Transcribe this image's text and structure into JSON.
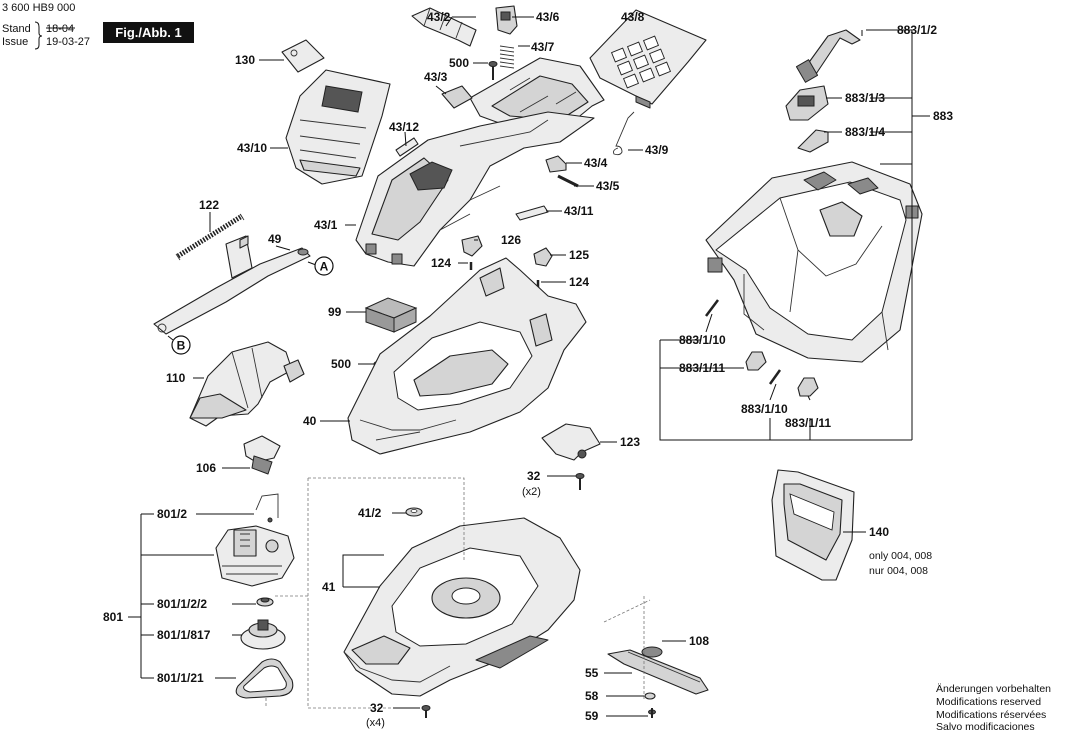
{
  "header": {
    "doc_number": "3 600 HB9 000",
    "stand_label": "Stand",
    "stand_value": "18-04",
    "issue_label": "Issue",
    "issue_value": "19-03-27",
    "figure_badge": "Fig./Abb. 1"
  },
  "labels": {
    "p43_2": "43/2",
    "p43_6": "43/6",
    "p43_8": "43/8",
    "p43_7": "43/7",
    "p130": "130",
    "p500a": "500",
    "p43_3": "43/3",
    "p43_12": "43/12",
    "p43_10": "43/10",
    "p43_4": "43/4",
    "p43_9": "43/9",
    "p43_5": "43/5",
    "p43_11": "43/11",
    "p43_1": "43/1",
    "p122": "122",
    "p49": "49",
    "pA": "A",
    "pB": "B",
    "p126": "126",
    "p125": "125",
    "p124a": "124",
    "p124b": "124",
    "p99": "99",
    "p500b": "500",
    "p110": "110",
    "p40": "40",
    "p123": "123",
    "p32a": "32",
    "p32a_qty": "(x2)",
    "p106": "106",
    "p801_2": "801/2",
    "p41_2": "41/2",
    "p41": "41",
    "p801": "801",
    "p801_1_2_2": "801/1/2/2",
    "p801_1_817": "801/1/817",
    "p801_1_21": "801/1/21",
    "p32b": "32",
    "p32b_qty": "(x4)",
    "p108": "108",
    "p55": "55",
    "p58": "58",
    "p59": "59",
    "p140": "140",
    "p140_note_en": "only 004, 008",
    "p140_note_de": "nur 004, 008",
    "p883_1_2": "883/1/2",
    "p883_1_3": "883/1/3",
    "p883": "883",
    "p883_1_4": "883/1/4",
    "p883_1_10a": "883/1/10",
    "p883_1_11a": "883/1/11",
    "p883_1_10b": "883/1/10",
    "p883_1_11b": "883/1/11"
  },
  "footer": {
    "line_de": "Änderungen vorbehalten",
    "line_en": "Modifications reserved",
    "line_fr": "Modifications réservées",
    "line_es": "Salvo modificaciones"
  }
}
